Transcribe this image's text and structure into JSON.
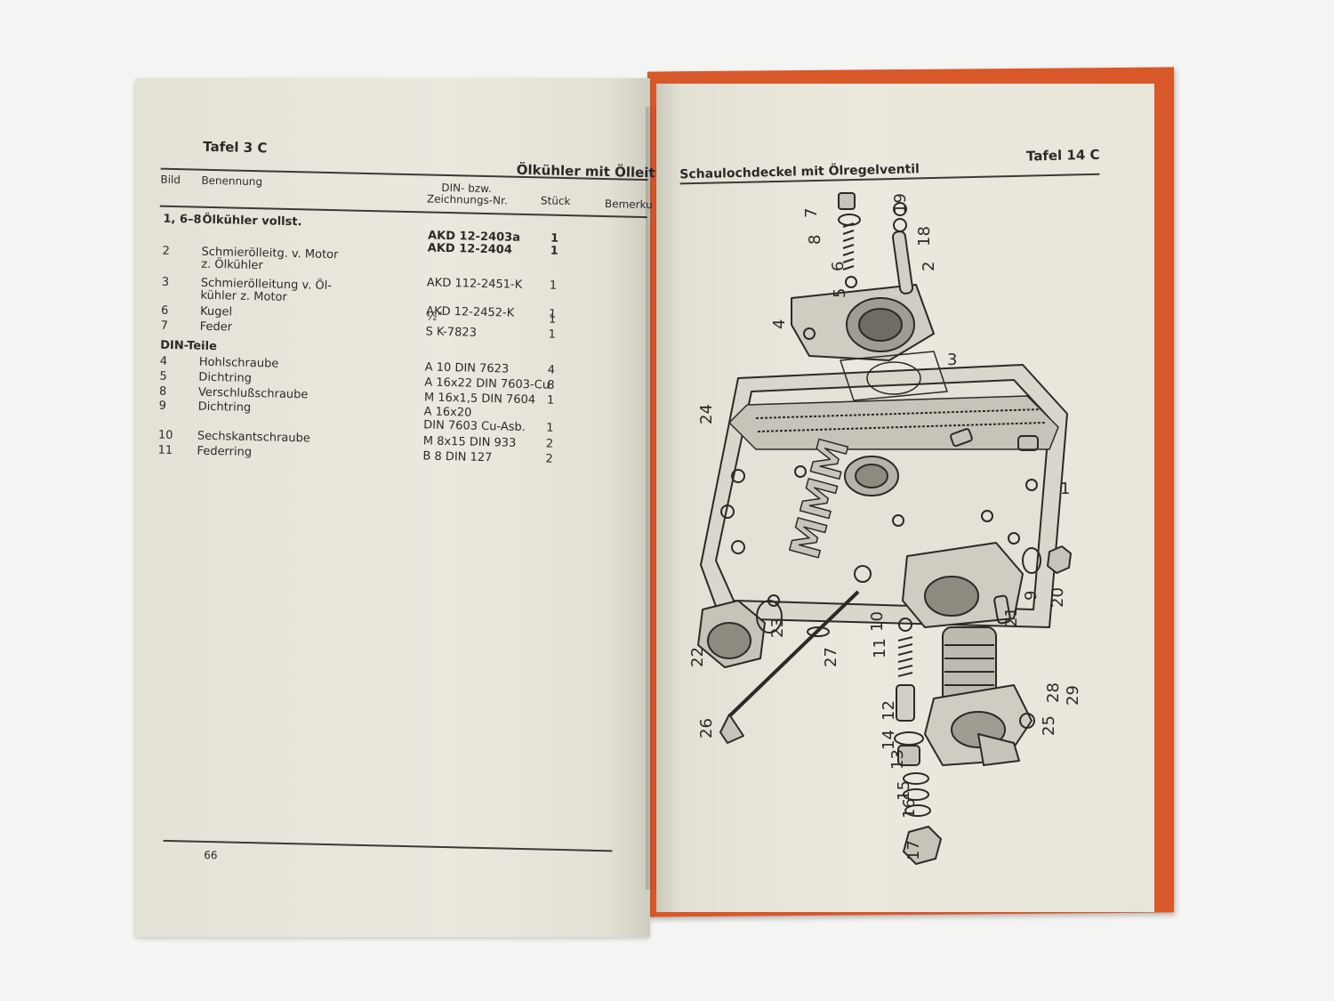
{
  "left_page": {
    "table_label": "Tafel 3 C",
    "section_title": "Ölkühler mit Ölleitung",
    "columns": {
      "bild": "Bild",
      "benennung": "Benennung",
      "din_line1": "DIN- bzw.",
      "din_line2": "Zeichnungs-Nr.",
      "stueck": "Stück",
      "bemerkung": "Bemerku"
    },
    "rows": [
      {
        "bild": "1, 6–8",
        "name": "Ölkühler vollst.",
        "bold": true
      },
      {
        "din": "AKD 12-2403a",
        "stueck": "1",
        "bold": true
      },
      {
        "din": "AKD 12-2404",
        "stueck": "1",
        "bold": true
      },
      {
        "bild": "2",
        "name": "Schmierölleitg. v. Motor"
      },
      {
        "name": "z. Ölkühler"
      },
      {
        "din": "AKD 112-2451-K",
        "stueck": "1"
      },
      {
        "bild": "3",
        "name": "Schmierölleitung v. Öl-"
      },
      {
        "name": "kühler z. Motor"
      },
      {
        "din": "AKD 12-2452-K",
        "stueck": "1"
      },
      {
        "bild": "6",
        "name": "Kugel",
        "din": "½\"",
        "stueck": "1"
      },
      {
        "bild": "7",
        "name": "Feder",
        "din": "S K-7823",
        "stueck": "1"
      },
      {
        "bild": "DIN-Teile",
        "bold": true
      },
      {
        "bild": "4",
        "name": "Hohlschraube",
        "din": "A 10 DIN 7623",
        "stueck": "4"
      },
      {
        "bild": "5",
        "name": "Dichtring",
        "din": "A 16x22 DIN 7603-Cu",
        "stueck": "8"
      },
      {
        "bild": "8",
        "name": "Verschlußschraube",
        "din": "M 16x1,5 DIN 7604",
        "stueck": "1"
      },
      {
        "bild": "9",
        "name": "Dichtring",
        "din": "A 16x20"
      },
      {
        "din": "DIN 7603 Cu-Asb.",
        "stueck": "1"
      },
      {
        "bild": "10",
        "name": "Sechskantschraube",
        "din": "M 8x15 DIN 933",
        "stueck": "2"
      },
      {
        "bild": "11",
        "name": "Federring",
        "din": "B 8 DIN 127",
        "stueck": "2"
      }
    ],
    "page_number": "66"
  },
  "right_page": {
    "section_title": "Schaulochdeckel mit Ölregelventil",
    "table_label": "Tafel 14 C",
    "housing_lettering": "MMM",
    "callouts": [
      "1",
      "2",
      "3",
      "4",
      "5",
      "6",
      "7",
      "8",
      "9",
      "10",
      "11",
      "12",
      "13",
      "14",
      "15",
      "16",
      "17",
      "18",
      "19",
      "20",
      "21",
      "22",
      "23",
      "24",
      "25",
      "26",
      "27",
      "28",
      "29"
    ]
  },
  "colors": {
    "cover": "#d8582a",
    "paper": "#e9e6db",
    "ink": "#2a2a28"
  }
}
